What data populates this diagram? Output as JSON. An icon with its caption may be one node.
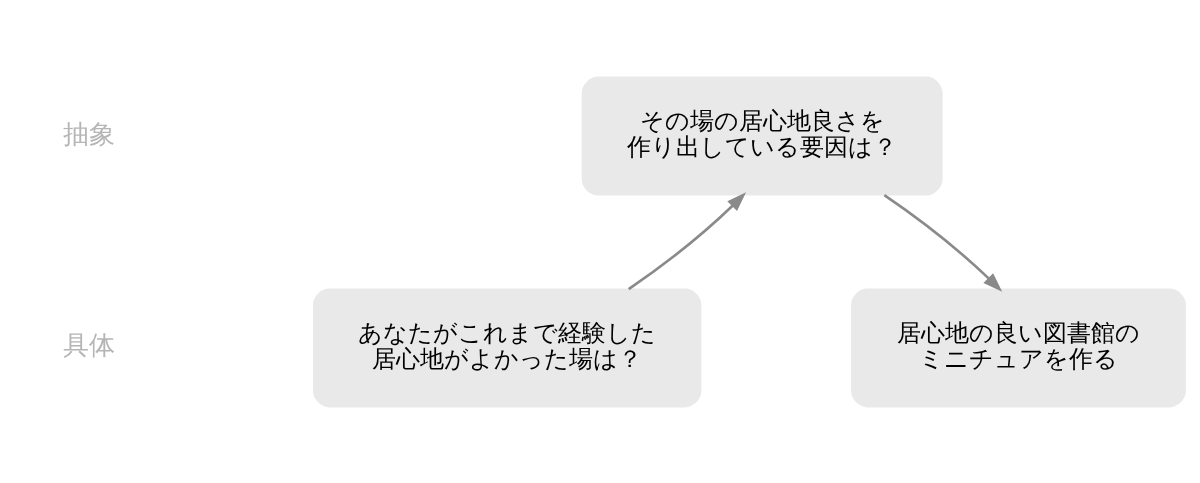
{
  "diagram": {
    "nodes": [
      {
        "text": [
          "その場の居心地良さを作り出している要因は？"
        ]
      },
      {
        "text": [
          "あなたがこれまで経験した居心地がよかった場は？"
        ]
      },
      {
        "text": [
          "居心地の良い図書館のミニチュアを作る"
        ]
      }
    ],
    "edges": [
      {
        "from": 1,
        "to": 0,
        "arrow": "to"
      },
      {
        "from": 0,
        "to": 2,
        "arrow": "to"
      }
    ],
    "labels": [
      "抽象",
      "具体"
    ]
  }
}
